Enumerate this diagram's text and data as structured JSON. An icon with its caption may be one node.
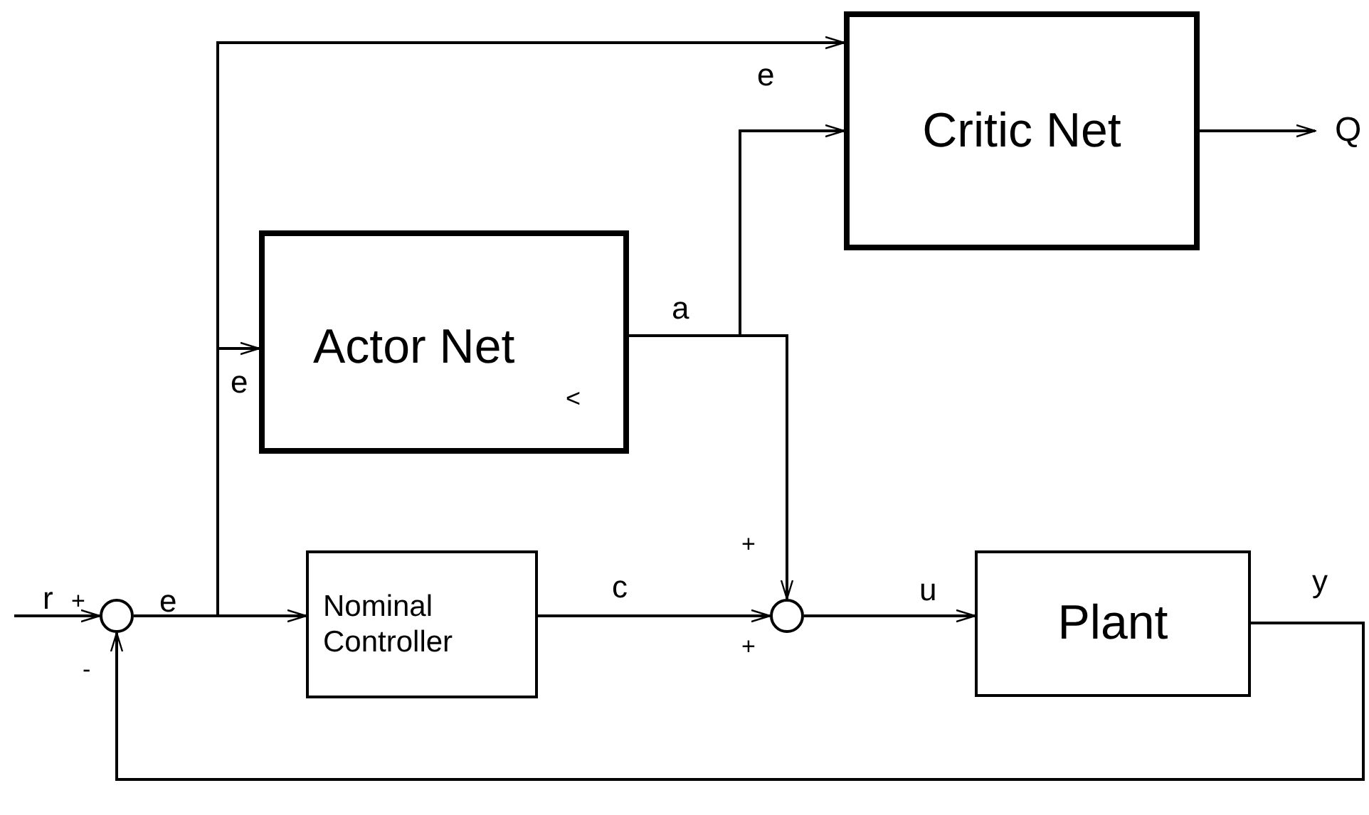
{
  "diagram": {
    "nodes": [
      {
        "text": [
          "Critic Net"
        ]
      },
      {
        "text": [
          "Actor Net",
          "<"
        ]
      },
      {
        "text": [
          "Nominal Controller"
        ]
      },
      {
        "text": [
          "Plant"
        ]
      },
      {
        "text": [],
        "shape": "circle"
      },
      {
        "text": [],
        "shape": "circle"
      },
      {
        "text": [
          "Q"
        ]
      }
    ],
    "edges": [
      {
        "from": null,
        "to": 4,
        "arrow": "to",
        "label": "r"
      },
      {
        "from": 4,
        "to": 2,
        "arrow": "to",
        "label": "e"
      },
      {
        "from": 4,
        "to": 1,
        "arrow": "to",
        "label": "e"
      },
      {
        "from": 4,
        "to": 0,
        "arrow": "to",
        "label": "e"
      },
      {
        "from": 1,
        "to": 0,
        "arrow": "to",
        "label": "a"
      },
      {
        "from": 1,
        "to": 5,
        "arrow": "to"
      },
      {
        "from": 2,
        "to": 5,
        "arrow": "to",
        "label": "c"
      },
      {
        "from": 5,
        "to": 3,
        "arrow": "to",
        "label": "u"
      },
      {
        "from": 3,
        "to": 4,
        "arrow": "to",
        "label": "y"
      },
      {
        "from": 0,
        "to": 6,
        "arrow": "to"
      }
    ],
    "labels": [
      "+",
      "+",
      "+",
      "-"
    ]
  }
}
